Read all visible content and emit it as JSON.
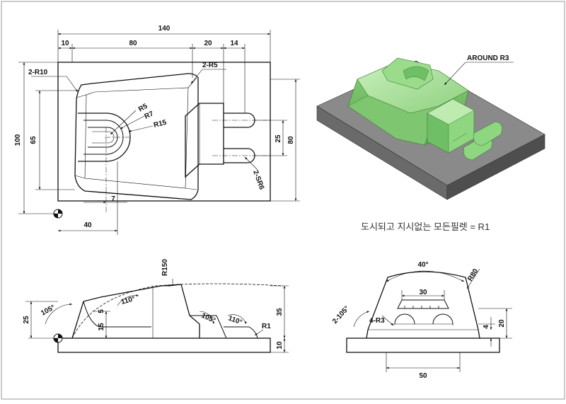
{
  "top_view": {
    "dims": {
      "overall_width": "140",
      "left_offset": "10",
      "body_width": "80",
      "boss_width": "20",
      "peg_length": "14",
      "height": "100",
      "inner_height": "65",
      "width_bottom": "40",
      "small_offset": "7",
      "peg_spacing": "25",
      "boss_height": "80"
    },
    "labels": {
      "corner_radius": "2-R10",
      "fillet_radius": "2-R5",
      "r5": "R5",
      "r7": "R7",
      "r15": "R15",
      "sphere": "2-SR6"
    }
  },
  "iso_view": {
    "callout": "AROUND R3"
  },
  "note": "도시되고 지시없는 모든필렛 = R1",
  "front_view": {
    "dims": {
      "r150": "R150",
      "ang105": "105°",
      "ang110a": "110°",
      "ang105b": "105°",
      "ang110b": "110°",
      "r1": "R1",
      "h25": "25",
      "h5": "5",
      "h15": "15",
      "h35": "35",
      "h10": "10"
    }
  },
  "side_view": {
    "dims": {
      "ang40": "40°",
      "r80": "R80",
      "w30": "30",
      "ang2105": "2-105°",
      "r3": "4-R3",
      "h4": "4",
      "h20": "20",
      "w50": "50"
    }
  },
  "colors": {
    "model_green": "#a8e09a",
    "model_green_dark": "#6fbf66",
    "base_gray_top": "#8a8a8a",
    "base_gray_side": "#5e5e5e"
  }
}
